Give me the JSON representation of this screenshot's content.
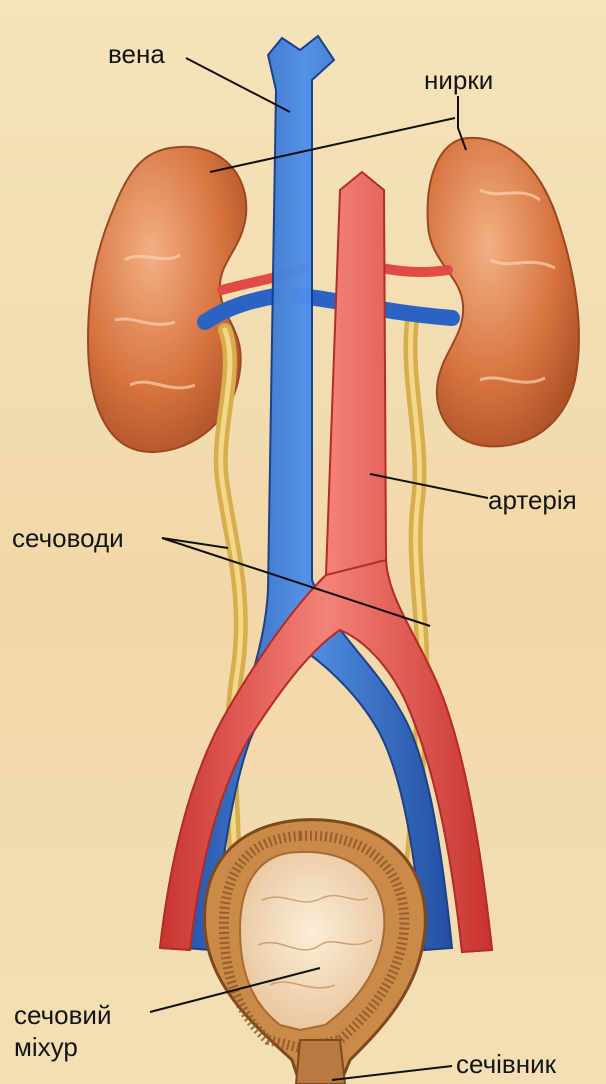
{
  "labels": {
    "vena": "вена",
    "nyrky": "нирки",
    "arteria": "артерія",
    "sechovody": "сечоводи",
    "sechovyi_mikhur": [
      "сечовий",
      "міхур"
    ],
    "sechivnyk": "сечівник"
  },
  "colors": {
    "background": "#f3ddb0",
    "vein": "#2f6fd0",
    "artery": "#e8504a",
    "kidney": "#d9794a",
    "ureter": "#d9b357",
    "bladder": "#c98a4a"
  }
}
